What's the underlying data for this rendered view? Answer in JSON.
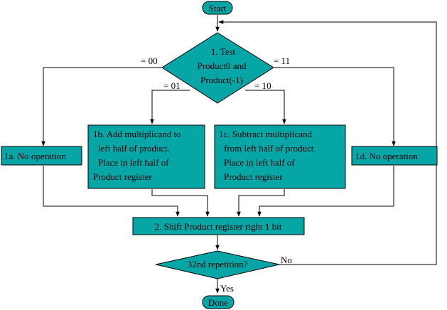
{
  "colors": {
    "fill": "#06a6a6",
    "stroke": "#000000",
    "background": "#ffffff"
  },
  "start": "Start",
  "test1": {
    "lines": [
      "1. Test",
      "Product0 and",
      "Product(-1)"
    ]
  },
  "labels": {
    "eq00": "= 00",
    "eq01": "= 01",
    "eq10": "= 10",
    "eq11": "= 11",
    "no": "No",
    "yes": "Yes"
  },
  "box1a": "1a. No operation",
  "box1b": {
    "lines": [
      "1b. Add multiplicand to",
      "left half of product.",
      "Place in left half of",
      "Product register"
    ]
  },
  "box1c": {
    "lines": [
      "1c. Subtract multiplicand",
      "from left half of product.",
      "Place in left half of",
      "Product register"
    ]
  },
  "box1d": "1d. No operation",
  "shift": "2. Shift Product register right 1 bit",
  "test2": "32nd repetition?",
  "done": "Done"
}
